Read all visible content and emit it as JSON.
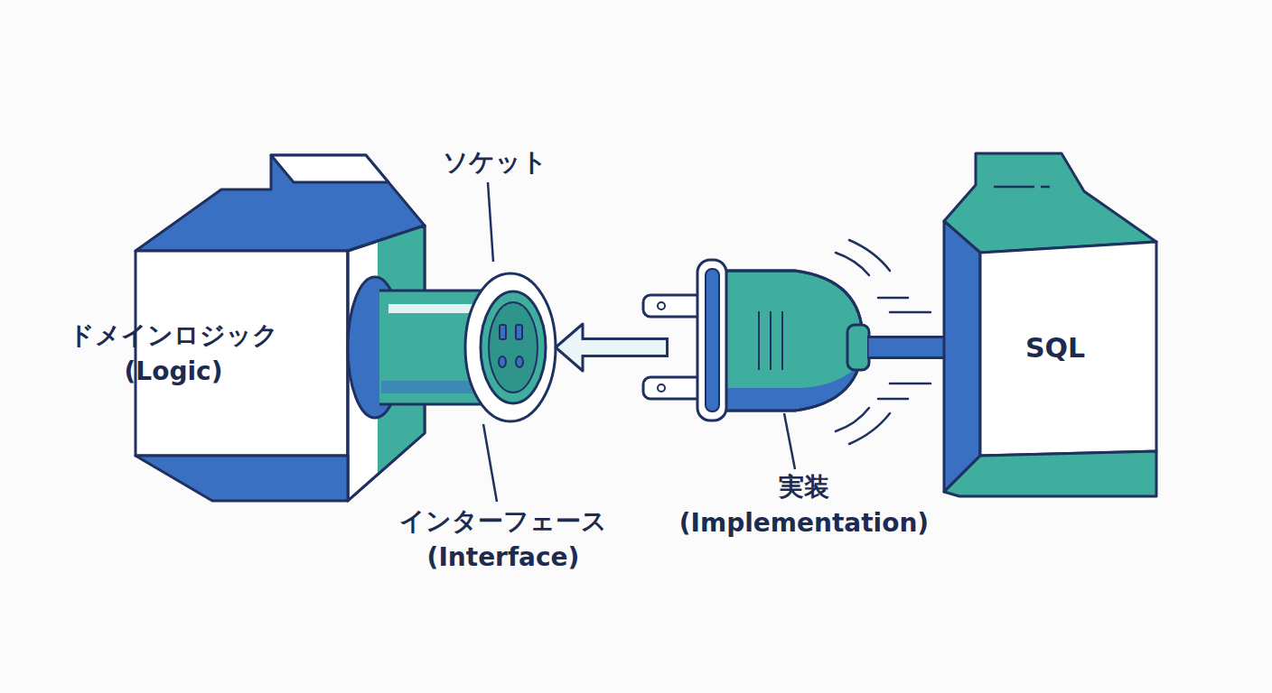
{
  "diagram": {
    "nodes": [
      {
        "text": [
          "ドメインロジック (Logic)"
        ]
      },
      {
        "text": [
          "ソケット",
          "インターフェース (Interface)"
        ]
      },
      {
        "text": [
          "実装 (Implementation)"
        ]
      },
      {
        "text": [
          "SQL"
        ]
      }
    ],
    "edges": [
      {
        "from": 2,
        "to": 1,
        "arrow": "to"
      },
      {
        "from": 3,
        "to": 2,
        "arrow": "none"
      }
    ]
  }
}
